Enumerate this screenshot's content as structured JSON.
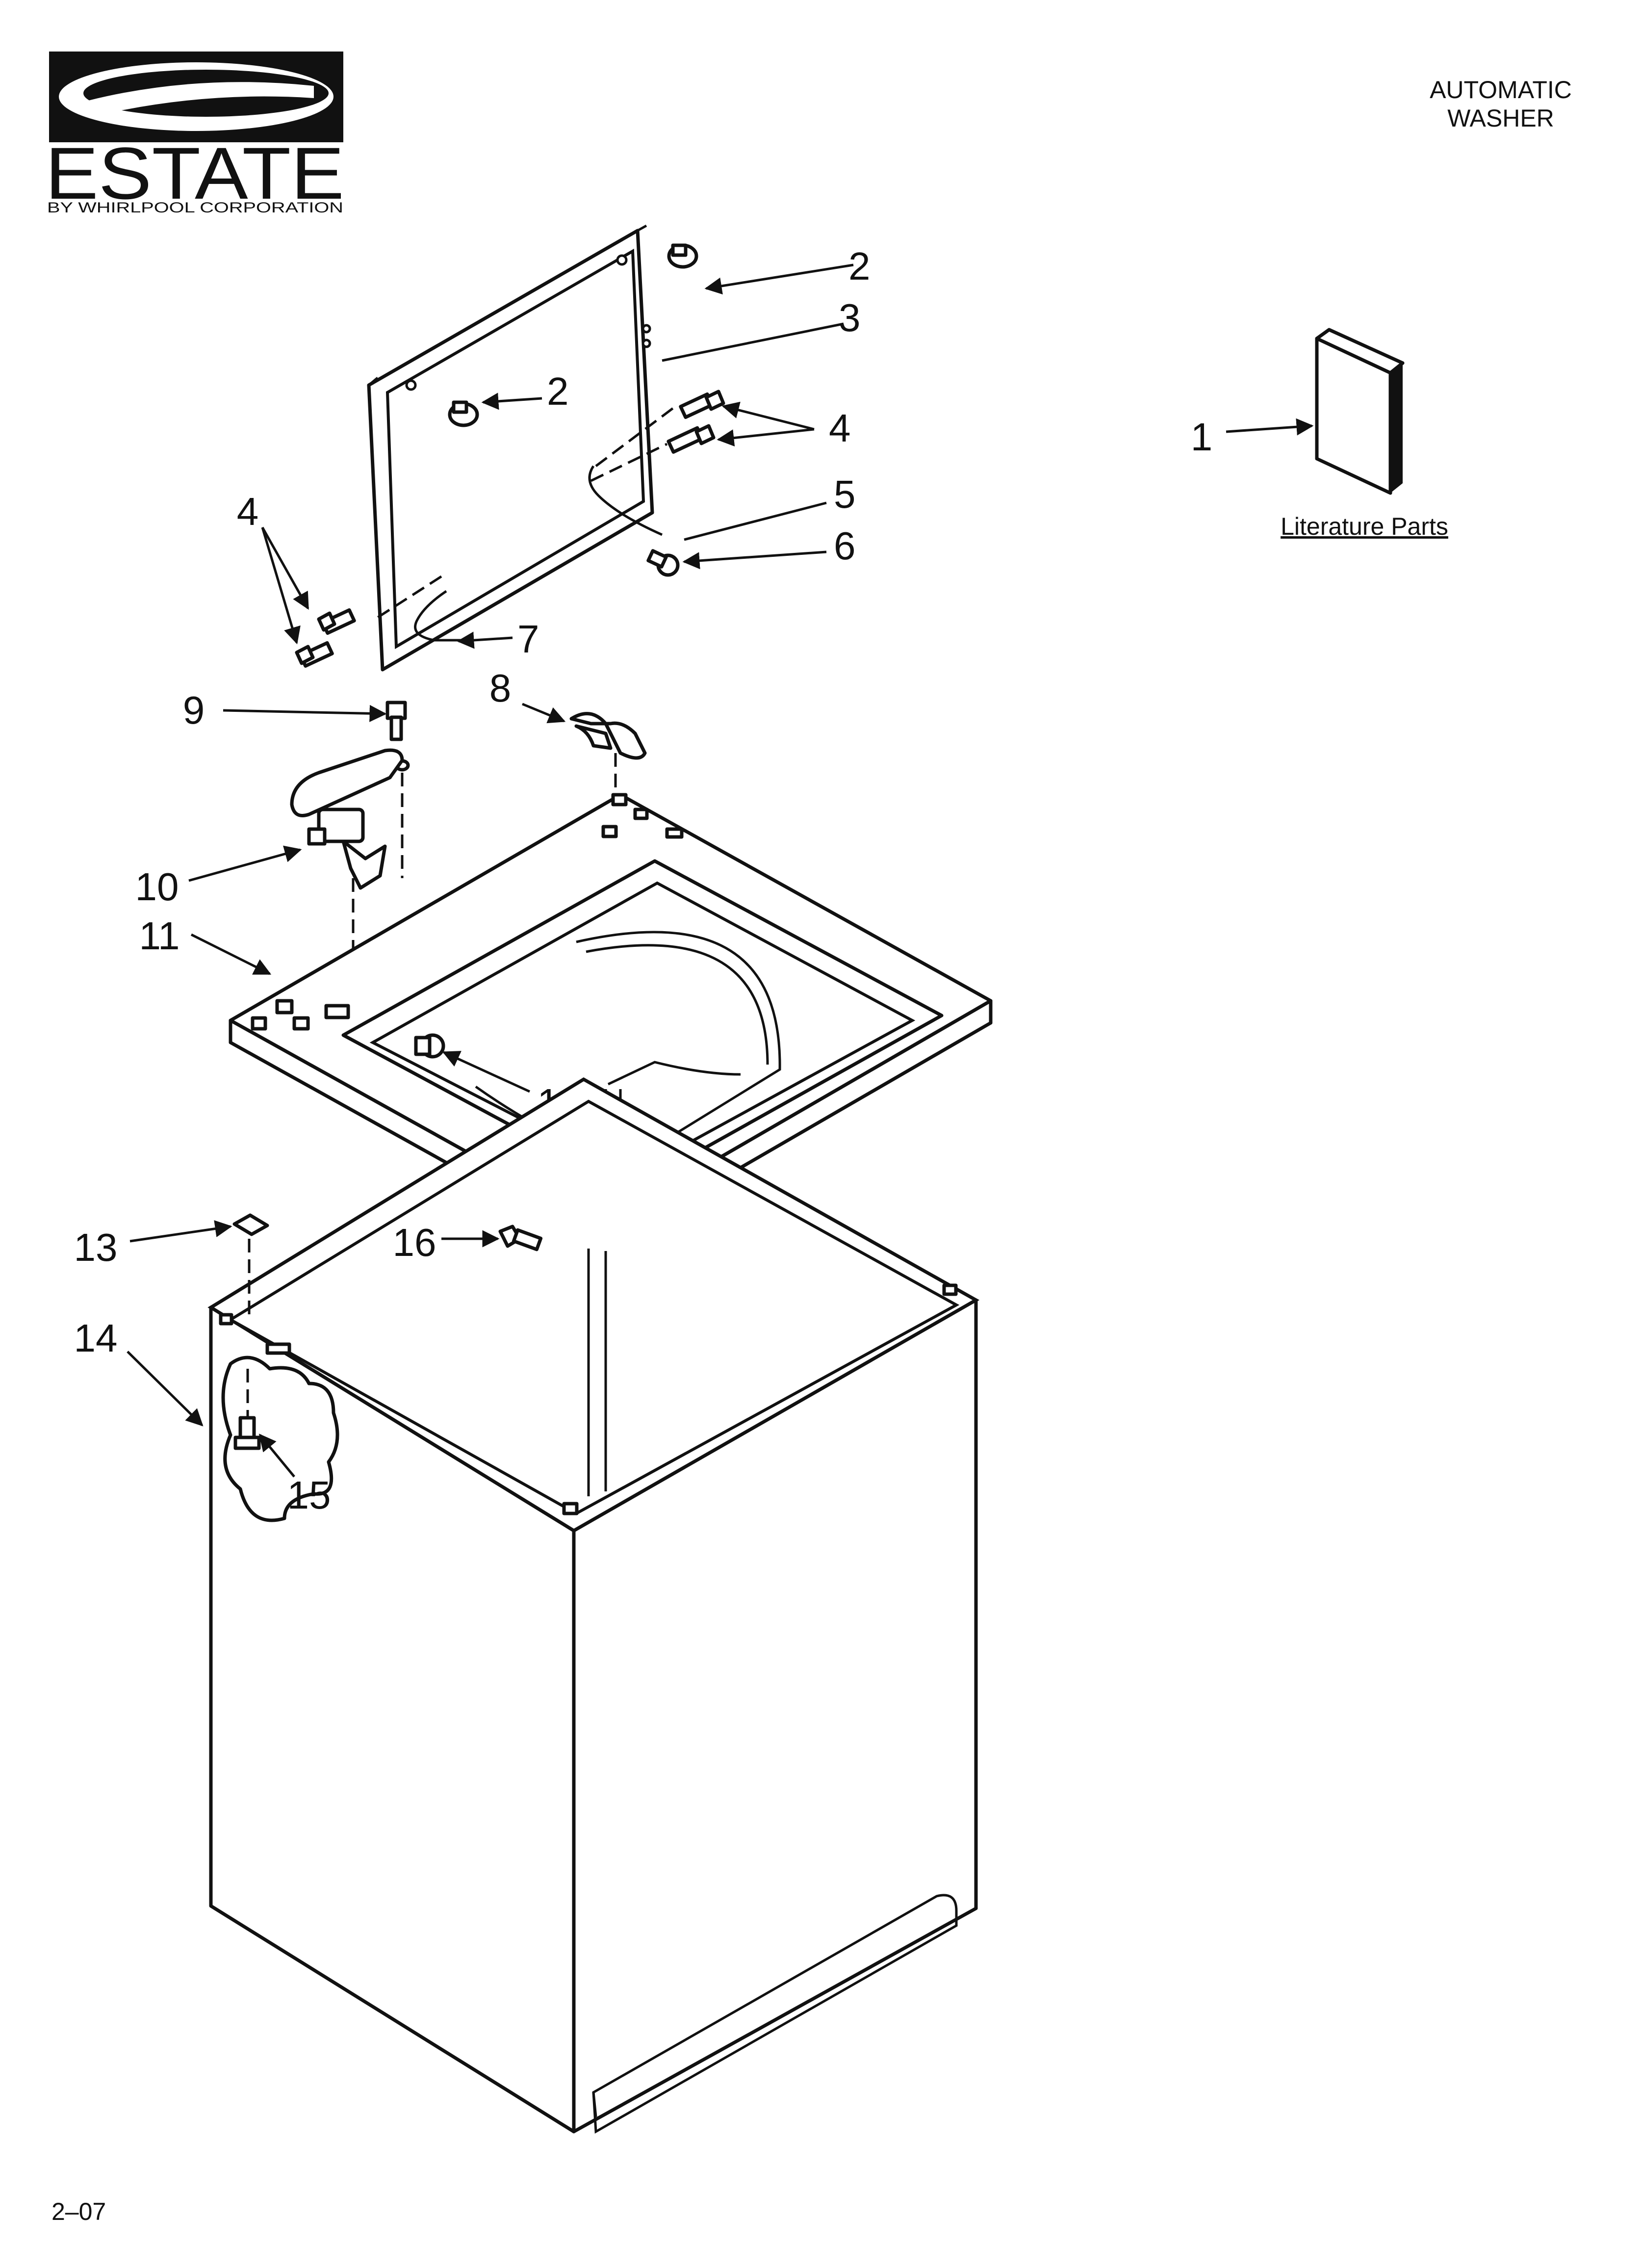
{
  "brand": {
    "name": "ESTATE",
    "tagline": "BY WHIRLPOOL CORPORATION"
  },
  "header": {
    "line1": "AUTOMATIC",
    "line2": "WASHER"
  },
  "literature": {
    "label": "Literature Parts"
  },
  "callouts": {
    "c1": "1",
    "c2a": "2",
    "c2b": "2",
    "c3": "3",
    "c4a": "4",
    "c4b": "4",
    "c5": "5",
    "c6": "6",
    "c7": "7",
    "c8": "8",
    "c9": "9",
    "c10": "10",
    "c11": "11",
    "c12": "12",
    "c13": "13",
    "c14": "14",
    "c15": "15",
    "c16": "16"
  },
  "footer": {
    "code": "2–07"
  }
}
